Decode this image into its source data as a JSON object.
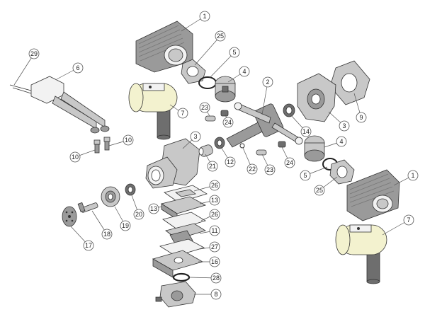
{
  "callouts": [
    {
      "id": "c1a",
      "text": "1"
    },
    {
      "id": "c25a",
      "text": "25"
    },
    {
      "id": "c5a",
      "text": "5"
    },
    {
      "id": "c4a",
      "text": "4"
    },
    {
      "id": "c7a",
      "text": "7"
    },
    {
      "id": "c2",
      "text": "2"
    },
    {
      "id": "c6",
      "text": "6"
    },
    {
      "id": "c29",
      "text": "29"
    },
    {
      "id": "c9",
      "text": "9"
    },
    {
      "id": "c3a",
      "text": "3"
    },
    {
      "id": "c14",
      "text": "14"
    },
    {
      "id": "c23a",
      "text": "23"
    },
    {
      "id": "c24a",
      "text": "24"
    },
    {
      "id": "c3b",
      "text": "3"
    },
    {
      "id": "c10a",
      "text": "10"
    },
    {
      "id": "c10b",
      "text": "10"
    },
    {
      "id": "c21",
      "text": "21"
    },
    {
      "id": "c12",
      "text": "12"
    },
    {
      "id": "c22",
      "text": "22"
    },
    {
      "id": "c23b",
      "text": "23"
    },
    {
      "id": "c24b",
      "text": "24"
    },
    {
      "id": "c4b",
      "text": "4"
    },
    {
      "id": "c5b",
      "text": "5"
    },
    {
      "id": "c25b",
      "text": "25"
    },
    {
      "id": "c1b",
      "text": "1"
    },
    {
      "id": "c26a",
      "text": "26"
    },
    {
      "id": "c13a",
      "text": "13"
    },
    {
      "id": "c20",
      "text": "20"
    },
    {
      "id": "c13b",
      "text": "13"
    },
    {
      "id": "c26b",
      "text": "26"
    },
    {
      "id": "c19",
      "text": "19"
    },
    {
      "id": "c18",
      "text": "18"
    },
    {
      "id": "c17",
      "text": "17"
    },
    {
      "id": "c11",
      "text": "11"
    },
    {
      "id": "c27",
      "text": "27"
    },
    {
      "id": "c16",
      "text": "16"
    },
    {
      "id": "c28",
      "text": "28"
    },
    {
      "id": "c8",
      "text": "8"
    },
    {
      "id": "c7b",
      "text": "7"
    }
  ]
}
